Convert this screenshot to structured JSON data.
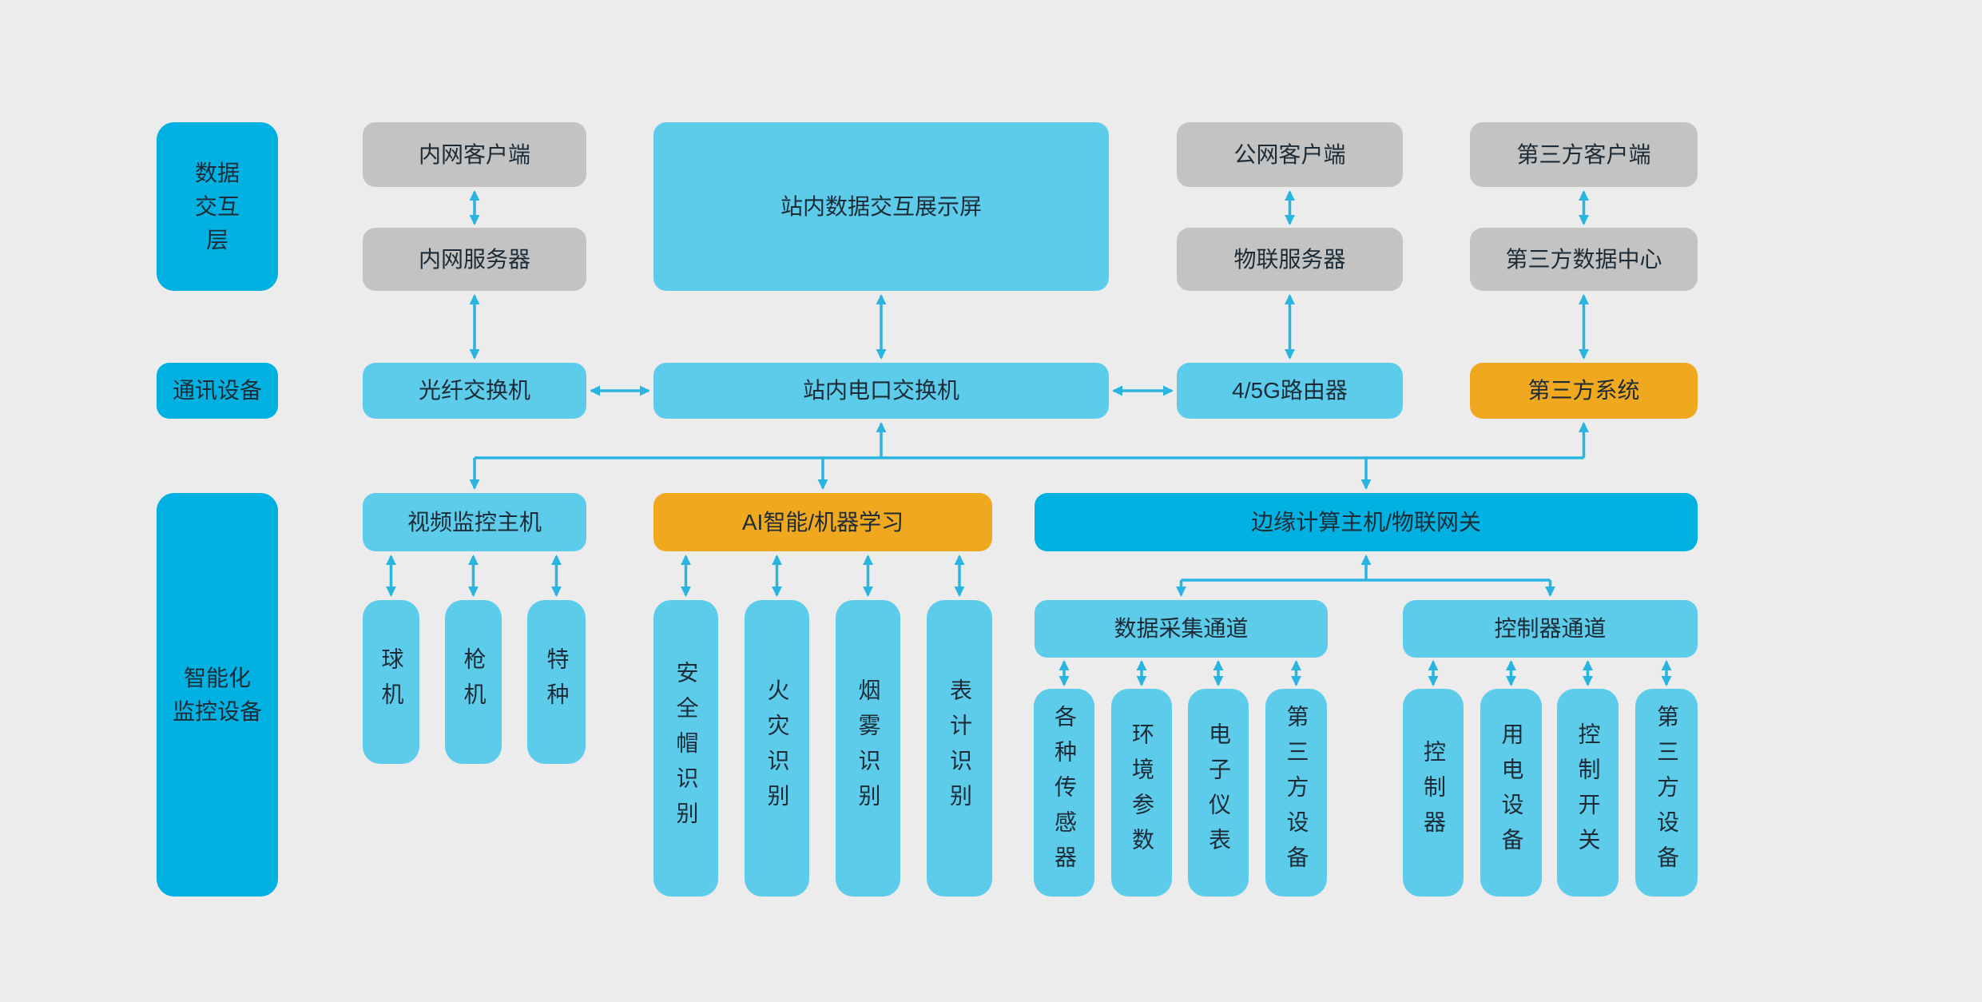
{
  "colors": {
    "background": "#ececec",
    "bright_blue": "#00b1e1",
    "cyan": "#5dcceb",
    "gray": "#c3c3c3",
    "orange": "#f0a81e",
    "arrow": "#2ab4e0",
    "text": "#1c2b36"
  },
  "nodes": {
    "layer_data_interaction": "数据\n交互\n层",
    "layer_communication": "通讯设备",
    "layer_monitoring": "智能化\n监控设备",
    "intranet_client": "内网客户端",
    "display_screen": "站内数据交互展示屏",
    "public_client": "公网客户端",
    "third_party_client": "第三方客户端",
    "intranet_server": "内网服务器",
    "iot_server": "物联服务器",
    "third_party_datacenter": "第三方数据中心",
    "fiber_switch": "光纤交换机",
    "station_switch": "站内电口交换机",
    "router_4_5g": "4/5G路由器",
    "third_party_system": "第三方系统",
    "video_host": "视频监控主机",
    "ai_ml": "AI智能/机器学习",
    "edge_gateway": "边缘计算主机/物联网关",
    "dome_camera": "球机",
    "bullet_camera": "枪机",
    "special_camera": "特种",
    "helmet_recognition": "安全帽识别",
    "fire_recognition": "火灾识别",
    "smoke_recognition": "烟雾识别",
    "meter_recognition": "表计识别",
    "data_collect_channel": "数据采集通道",
    "controller_channel": "控制器通道",
    "various_sensors": "各种传感器",
    "environment_params": "环境参数",
    "electronic_meters": "电子仪表",
    "third_party_device_a": "第三方设备",
    "controller": "控制器",
    "power_devices": "用电设备",
    "control_switch": "控制开关",
    "third_party_device_b": "第三方设备"
  }
}
